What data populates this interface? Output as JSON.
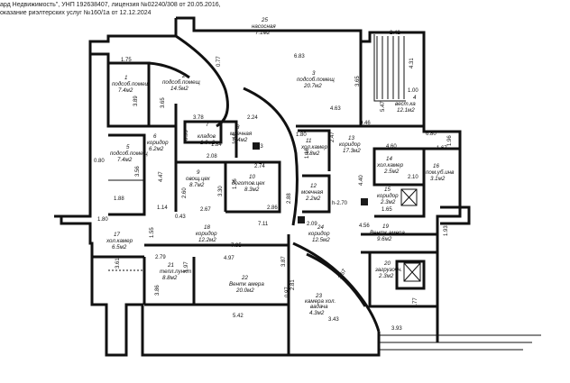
{
  "header": {
    "line1": "ард Недвижимость\", УНП 192638407, лицензия №02240/308 от 20.05.2016,",
    "line2": "оказание риэлтерских услуг №160/1а от 12.12.2024"
  },
  "rooms": [
    {
      "n": "25",
      "name": "насосная",
      "area": "7.1м2"
    },
    {
      "n": "1",
      "name": "подсоб.помещ",
      "area": "7.4м2"
    },
    {
      "n": "2",
      "name": "подсоб.помещ",
      "area": "14.5м2"
    },
    {
      "n": "3",
      "name": "подсоб.помещ",
      "area": "20.7м2"
    },
    {
      "n": "4",
      "name": "вест.ка",
      "area": "12.1м2"
    },
    {
      "n": "5",
      "name": "подсоб.помещ",
      "area": "7.4м2"
    },
    {
      "n": "6",
      "name": "коридор",
      "area": "6.2м2"
    },
    {
      "n": "7",
      "name": "кладов",
      "area": "1.9м2"
    },
    {
      "n": "8",
      "name": "моечная",
      "area": "6.4м2"
    },
    {
      "n": "9",
      "name": "овощ.цех",
      "area": "8.7м2"
    },
    {
      "n": "10",
      "name": "доготов.цех",
      "area": "8.3м2"
    },
    {
      "n": "11",
      "name": "хол.камер",
      "area": "3.8м2"
    },
    {
      "n": "12",
      "name": "моечная",
      "area": "2.2м2"
    },
    {
      "n": "13",
      "name": "коридор",
      "area": "17.3м2"
    },
    {
      "n": "14",
      "name": "хол.камер",
      "area": "2.5м2"
    },
    {
      "n": "15",
      "name": "коридор",
      "area": "2.3м2"
    },
    {
      "n": "16",
      "name": "пом.уб.инв",
      "area": "3.1м2"
    },
    {
      "n": "17",
      "name": "хол.камер",
      "area": "6.5м2"
    },
    {
      "n": "18",
      "name": "коридор",
      "area": "12.2м2"
    },
    {
      "n": "19",
      "name": "Вентк амера",
      "area": "9.6м2"
    },
    {
      "n": "20",
      "name": "загрузочн.",
      "area": "2.3м2"
    },
    {
      "n": "21",
      "name": "тепл.пункт",
      "area": "8.8м2"
    },
    {
      "n": "22",
      "name": "Вентк амера",
      "area": "20.0м2"
    },
    {
      "n": "23",
      "name": "камера хол.",
      "area": "4.3м2"
    },
    {
      "n": "24",
      "name": "коридор",
      "area": "12.5м2"
    }
  ],
  "room_extra": {
    "r23_line3": "вадача"
  },
  "dims": [
    "2.42",
    "1.75",
    "3.89",
    "3.65",
    "0.77",
    "6.83",
    "3.65",
    "4.31",
    "1.00",
    "5.47",
    "4.63",
    "0.46",
    "1.80",
    "2.47",
    "3.78",
    "1.84",
    "0.95",
    "1.44",
    "2.83",
    "2.08",
    "2.24",
    "6.80",
    "1.96",
    "4.60",
    "1.67",
    "2.10",
    "2.74",
    "1.18",
    "2.60",
    "3.30",
    "1.76",
    "4.40",
    "1.65",
    "0.80",
    "1.88",
    "3.56",
    "4.47",
    "1.14",
    "2.67",
    "0.43",
    "2.86",
    "7.11",
    "2.09",
    "h-2.70",
    "4.56",
    "1.80",
    "1.55",
    "2.79",
    "7.95",
    "4.97",
    "3.87",
    "1.93",
    "3.61",
    "1.97",
    "3.86",
    "5.42",
    "2.81",
    "0.97",
    "3.43",
    "3.57",
    "1.77",
    "3.93",
    "2.88"
  ]
}
